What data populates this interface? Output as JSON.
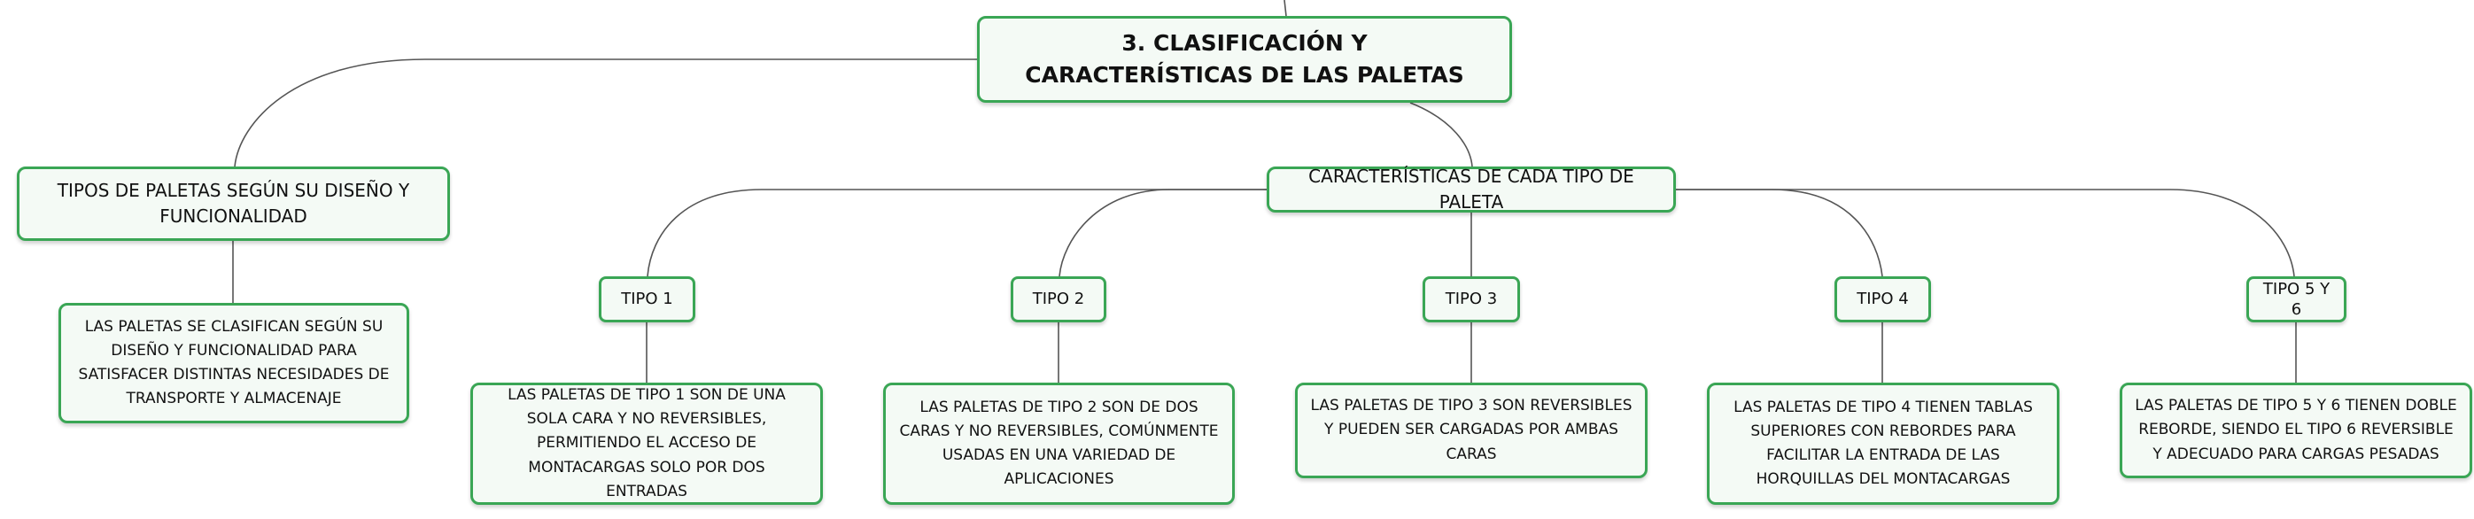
{
  "root": {
    "title": "3. CLASIFICACIÓN Y CARACTERÍSTICAS DE LAS PALETAS"
  },
  "left": {
    "title": "TIPOS DE PALETAS SEGÚN SU DISEÑO Y FUNCIONALIDAD",
    "description": "LAS PALETAS SE CLASIFICAN SEGÚN SU DISEÑO Y FUNCIONALIDAD PARA SATISFACER DISTINTAS NECESIDADES DE TRANSPORTE Y ALMACENAJE"
  },
  "characteristics": {
    "title": "CARACTERÍSTICAS DE CADA TIPO DE PALETA",
    "types": [
      {
        "label": "TIPO 1",
        "description": "LAS PALETAS DE TIPO 1 SON DE UNA SOLA CARA Y NO REVERSIBLES, PERMITIENDO EL ACCESO DE MONTACARGAS SOLO POR DOS ENTRADAS"
      },
      {
        "label": "TIPO 2",
        "description": "LAS PALETAS DE TIPO 2 SON DE DOS CARAS Y NO REVERSIBLES, COMÚNMENTE USADAS EN UNA VARIEDAD DE APLICACIONES"
      },
      {
        "label": "TIPO 3",
        "description": "LAS PALETAS DE TIPO 3 SON REVERSIBLES Y PUEDEN SER CARGADAS POR AMBAS CARAS"
      },
      {
        "label": "TIPO 4",
        "description": "LAS PALETAS DE TIPO 4 TIENEN TABLAS SUPERIORES CON REBORDES PARA FACILITAR LA ENTRADA DE LAS HORQUILLAS DEL MONTACARGAS"
      },
      {
        "label": "TIPO 5 Y 6",
        "description": "LAS PALETAS DE TIPO 5 Y 6 TIENEN DOBLE REBORDE, SIENDO EL TIPO 6 REVERSIBLE Y ADECUADO PARA CARGAS PESADAS"
      }
    ]
  },
  "colors": {
    "border": "#3aa655",
    "fill": "#f4faf5",
    "connector": "#555555"
  }
}
